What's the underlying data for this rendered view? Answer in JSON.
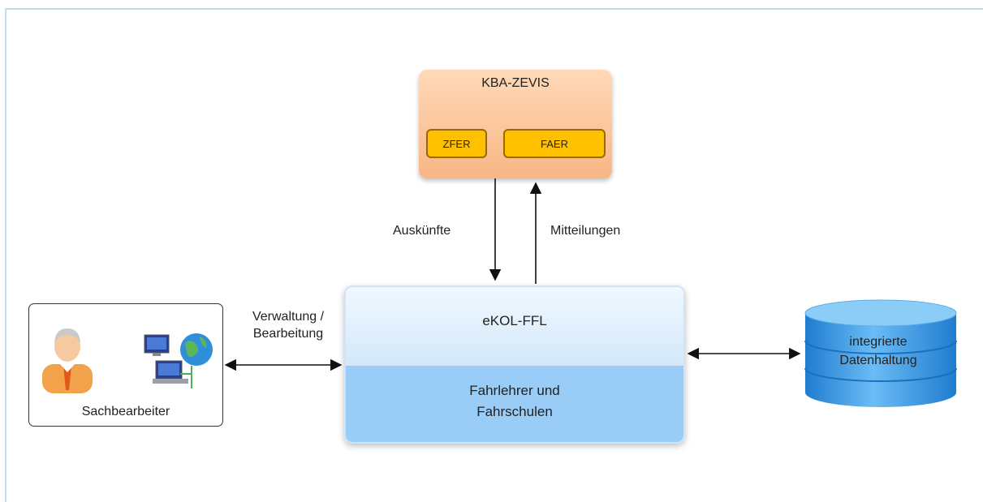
{
  "kba": {
    "title": "KBA-ZEVIS",
    "badge_left": "ZFER",
    "badge_right": "FAER"
  },
  "system": {
    "title": "eKOL-FFL",
    "subtitle_line1": "Fahrlehrer und",
    "subtitle_line2": "Fahrschulen"
  },
  "user": {
    "label": "Sachbearbeiter",
    "person_icon": "user-person-icon",
    "computer_icon": "networked-computer-icon"
  },
  "database": {
    "label_line1": "integrierte",
    "label_line2": "Datenhaltung"
  },
  "edges": {
    "down_label": "Auskünfte",
    "up_label": "Mitteilungen",
    "left_label_line1": "Verwaltung /",
    "left_label_line2": "Bearbeitung"
  },
  "colors": {
    "kba_fill": "#f8b684",
    "badge_fill": "#ffc000",
    "system_top": "#d3e8fa",
    "system_bottom": "#99cdf7",
    "database": "#2f8fd9"
  }
}
